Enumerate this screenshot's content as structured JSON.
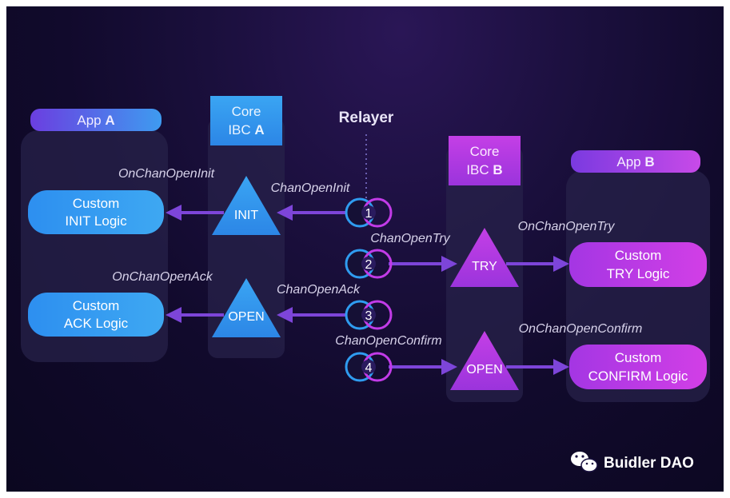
{
  "app_a": {
    "label": "App A",
    "prefix": "App ",
    "bold": "A"
  },
  "app_b": {
    "label": "App B",
    "prefix": "App ",
    "bold": "B"
  },
  "core_a": {
    "line1": "Core",
    "line2_prefix": "IBC ",
    "line2_bold": "A"
  },
  "core_b": {
    "line1": "Core",
    "line2_prefix": "IBC ",
    "line2_bold": "B"
  },
  "relayer": "Relayer",
  "custom_boxes": {
    "init": {
      "line1": "Custom",
      "line2": "INIT Logic"
    },
    "ack": {
      "line1": "Custom",
      "line2": "ACK Logic"
    },
    "try": {
      "line1": "Custom",
      "line2": "TRY Logic"
    },
    "confirm": {
      "line1": "Custom",
      "line2": "CONFIRM Logic"
    }
  },
  "states": {
    "init": "INIT",
    "open_a": "OPEN",
    "try": "TRY",
    "open_b": "OPEN"
  },
  "callbacks": {
    "on_init": "OnChanOpenInit",
    "on_ack": "OnChanOpenAck",
    "on_try": "OnChanOpenTry",
    "on_confirm": "OnChanOpenConfirm"
  },
  "messages": {
    "init": "ChanOpenInit",
    "try": "ChanOpenTry",
    "ack": "ChanOpenAck",
    "confirm": "ChanOpenConfirm"
  },
  "steps": [
    "1",
    "2",
    "3",
    "4"
  ],
  "watermark": "Buidler DAO",
  "colors": {
    "blue_accent": "#2f9cf0",
    "purple_accent": "#c23be8",
    "arrow": "#7d45d9",
    "text_light": "#e8e4f6"
  }
}
